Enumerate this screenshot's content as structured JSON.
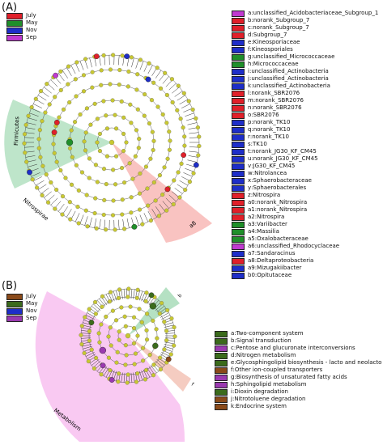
{
  "panel_a": {
    "label": "(A)",
    "groups": [
      {
        "name": "July",
        "color": "#e0202a"
      },
      {
        "name": "May",
        "color": "#1f8f2a"
      },
      {
        "name": "Nov",
        "color": "#1e2ec8"
      },
      {
        "name": "Sep",
        "color": "#c03ad0"
      }
    ],
    "sector_labels": [
      "Firmicutes",
      "Nitrospirae",
      "a8"
    ],
    "taxa": [
      {
        "code": "a",
        "name": "unclassified_Acidobacteriaceae_Subgroup_1",
        "color": "#c03ad0"
      },
      {
        "code": "b",
        "name": "norank_Subgroup_7",
        "color": "#e0202a"
      },
      {
        "code": "c",
        "name": "norank_Subgroup_7",
        "color": "#e0202a"
      },
      {
        "code": "d",
        "name": "Subgroup_7",
        "color": "#e0202a"
      },
      {
        "code": "e",
        "name": "Kineosporiaceae",
        "color": "#1e2ec8"
      },
      {
        "code": "f",
        "name": "Kineosporiales",
        "color": "#1e2ec8"
      },
      {
        "code": "g",
        "name": "unclassified_Micrococcaceae",
        "color": "#1f8f2a"
      },
      {
        "code": "h",
        "name": "Micrococcaceae",
        "color": "#1f8f2a"
      },
      {
        "code": "i",
        "name": "unclassified_Actinobacteria",
        "color": "#1e2ec8"
      },
      {
        "code": "j",
        "name": "unclassified_Actinobacteria",
        "color": "#1e2ec8"
      },
      {
        "code": "k",
        "name": "unclassified_Actinobacteria",
        "color": "#1e2ec8"
      },
      {
        "code": "l",
        "name": "norank_SBR2076",
        "color": "#e0202a"
      },
      {
        "code": "m",
        "name": "norank_SBR2076",
        "color": "#e0202a"
      },
      {
        "code": "n",
        "name": "norank_SBR2076",
        "color": "#e0202a"
      },
      {
        "code": "o",
        "name": "SBR2076",
        "color": "#e0202a"
      },
      {
        "code": "p",
        "name": "norank_TK10",
        "color": "#1e2ec8"
      },
      {
        "code": "q",
        "name": "norank_TK10",
        "color": "#1e2ec8"
      },
      {
        "code": "r",
        "name": "norank_TK10",
        "color": "#1e2ec8"
      },
      {
        "code": "s",
        "name": "TK10",
        "color": "#1e2ec8"
      },
      {
        "code": "t",
        "name": "norank_JG30_KF_CM45",
        "color": "#1e2ec8"
      },
      {
        "code": "u",
        "name": "norank_JG30_KF_CM45",
        "color": "#1e2ec8"
      },
      {
        "code": "v",
        "name": "JG30_KF_CM45",
        "color": "#1e2ec8"
      },
      {
        "code": "w",
        "name": "Nitrolancea",
        "color": "#1e2ec8"
      },
      {
        "code": "x",
        "name": "Sphaerobacteraceae",
        "color": "#1e2ec8"
      },
      {
        "code": "y",
        "name": "Sphaerobacterales",
        "color": "#1e2ec8"
      },
      {
        "code": "z",
        "name": "Nitrospira",
        "color": "#e0202a"
      },
      {
        "code": "a0",
        "name": "norank_Nitrospira",
        "color": "#e0202a"
      },
      {
        "code": "a1",
        "name": "norank_Nitrospira",
        "color": "#e0202a"
      },
      {
        "code": "a2",
        "name": "Nitrospira",
        "color": "#e0202a"
      },
      {
        "code": "a3",
        "name": "Variibacter",
        "color": "#1f8f2a"
      },
      {
        "code": "a4",
        "name": "Massilia",
        "color": "#1f8f2a"
      },
      {
        "code": "a5",
        "name": "Oxalobacteraceae",
        "color": "#1f8f2a"
      },
      {
        "code": "a6",
        "name": "unclassified_Rhodocyclaceae",
        "color": "#c03ad0"
      },
      {
        "code": "a7",
        "name": "Sandaracinus",
        "color": "#1e2ec8"
      },
      {
        "code": "a8",
        "name": "Deltaproteobacteria",
        "color": "#e0202a"
      },
      {
        "code": "a9",
        "name": "Mizugakiibacter",
        "color": "#1e2ec8"
      },
      {
        "code": "b0",
        "name": "Opitutaceae",
        "color": "#1e2ec8"
      }
    ]
  },
  "panel_b": {
    "label": "(B)",
    "groups": [
      {
        "name": "July",
        "color": "#8a4a1a"
      },
      {
        "name": "May",
        "color": "#3b6b1c"
      },
      {
        "name": "Nov",
        "color": "#1e2ec8"
      },
      {
        "name": "Sep",
        "color": "#9a3ab0"
      }
    ],
    "sector_labels": [
      "Metabolism",
      "b",
      "f"
    ],
    "pathways": [
      {
        "code": "a",
        "name": "Two-component system",
        "color": "#3b6b1c"
      },
      {
        "code": "b",
        "name": "Signal transduction",
        "color": "#3b6b1c"
      },
      {
        "code": "c",
        "name": "Pentose and glucuronate interconversions",
        "color": "#9a3ab0"
      },
      {
        "code": "d",
        "name": "Nitrogen metabolism",
        "color": "#3b6b1c"
      },
      {
        "code": "e",
        "name": "Glycosphingolipid biosynthesis - lacto and neolacto series",
        "color": "#3b6b1c"
      },
      {
        "code": "f",
        "name": "Other ion-coupled transporters",
        "color": "#8a4a1a"
      },
      {
        "code": "g",
        "name": "Biosynthesis of unsaturated fatty acids",
        "color": "#9a3ab0"
      },
      {
        "code": "h",
        "name": "Sphingolipid metabolism",
        "color": "#9a3ab0"
      },
      {
        "code": "i",
        "name": "Dioxin degradation",
        "color": "#3b6b1c"
      },
      {
        "code": "j",
        "name": "Nitrotoluene degradation",
        "color": "#8a4a1a"
      },
      {
        "code": "k",
        "name": "Endocrine system",
        "color": "#8a4a1a"
      }
    ]
  }
}
